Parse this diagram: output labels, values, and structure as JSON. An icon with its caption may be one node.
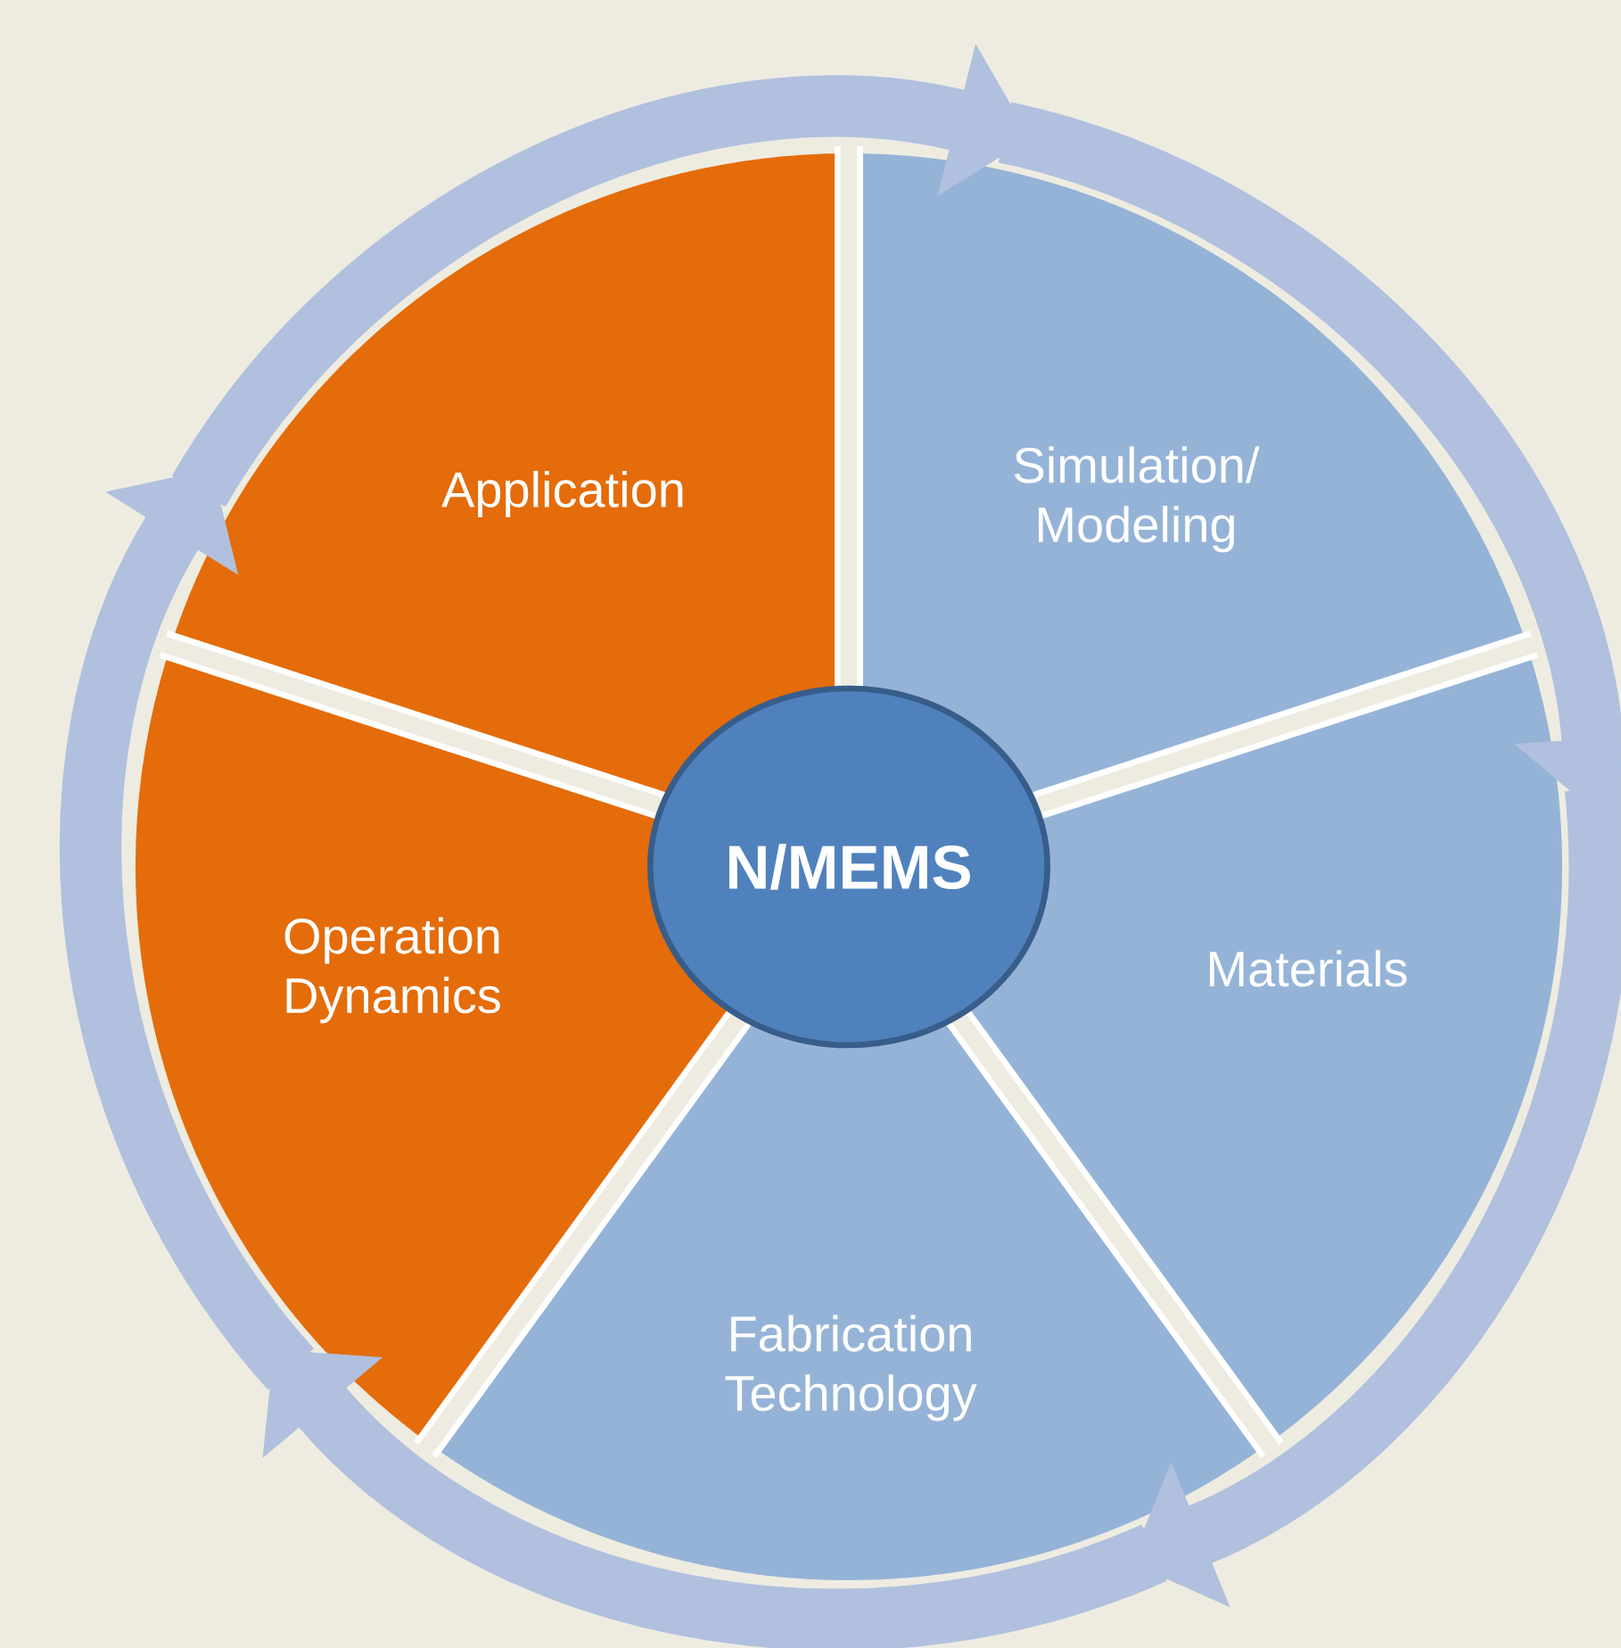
{
  "diagram": {
    "nodes": [
      {
        "text": [
          "N/MEMS"
        ]
      },
      {
        "text": [
          "Application"
        ]
      },
      {
        "text": [
          "Simulation/ Modeling"
        ]
      },
      {
        "text": [
          "Materials"
        ]
      },
      {
        "text": [
          "Fabrication Technology"
        ]
      },
      {
        "text": [
          "Operation Dynamics"
        ]
      }
    ],
    "edges": [
      {
        "from": 1,
        "to": 2,
        "arrow": "to"
      },
      {
        "from": 2,
        "to": 3,
        "arrow": "to"
      },
      {
        "from": 3,
        "to": 4,
        "arrow": "to"
      },
      {
        "from": 4,
        "to": 5,
        "arrow": "to"
      },
      {
        "from": 5,
        "to": 1,
        "arrow": "to"
      }
    ]
  }
}
